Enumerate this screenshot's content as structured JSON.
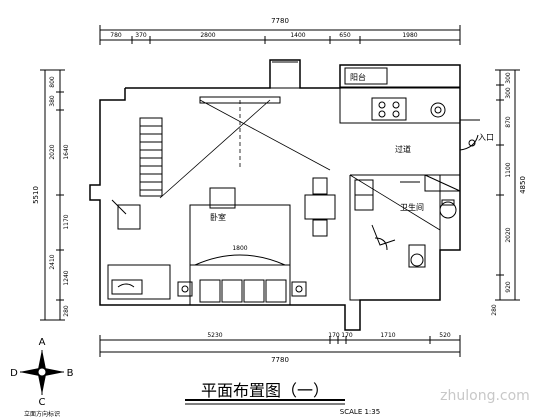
{
  "dimensions": {
    "top_total": "7780",
    "top_segments": [
      "780",
      "370",
      "2800",
      "1400",
      "650",
      "1980"
    ],
    "bottom_total": "7780",
    "bottom_segments": [
      "5230",
      "170",
      "170",
      "1710",
      "520"
    ],
    "left_total": "5510",
    "left_segments": [
      "800",
      "380",
      "2020",
      "1640",
      "1170",
      "2410",
      "1240",
      "280"
    ],
    "right_total": "4850",
    "right_segments": [
      "300",
      "300",
      "870",
      "1100",
      "2020",
      "920",
      "280"
    ]
  },
  "rooms": {
    "bedroom": "卧室",
    "bathroom": "卫生间",
    "corridor": "过道",
    "entrance": "入口",
    "balcony": "阳台",
    "bed_width": "1800"
  },
  "title": {
    "text": "平面布置图（一）",
    "scale": "SCALE 1:35"
  },
  "compass": {
    "labels": [
      "A",
      "B",
      "C",
      "D"
    ],
    "caption": "立面方向标识"
  },
  "watermark": "zhulong.com",
  "colors": {
    "line": "#000000",
    "dim": "#000000",
    "watermark": "#c8c8c8"
  }
}
